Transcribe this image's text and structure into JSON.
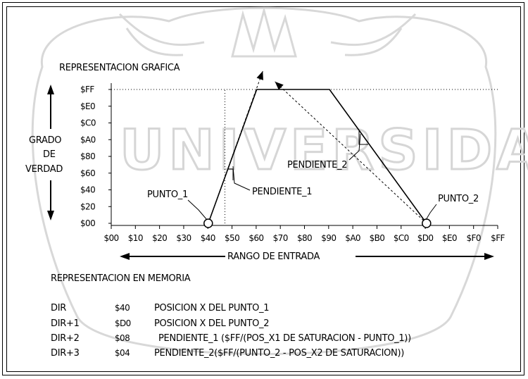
{
  "title": "REPRESENTACION GRAFICA",
  "y_axis": {
    "label_lines": [
      "GRADO",
      "DE",
      "VERDAD"
    ],
    "ticks": [
      "$FF",
      "$E0",
      "$C0",
      "$A0",
      "$80",
      "$60",
      "$40",
      "$20",
      "$00"
    ]
  },
  "x_axis": {
    "label": "RANGO DE ENTRADA",
    "ticks": [
      "$00",
      "$10",
      "$20",
      "$30",
      "$40",
      "$50",
      "$60",
      "$70",
      "$80",
      "$90",
      "$A0",
      "$B0",
      "$C0",
      "$D0",
      "$E0",
      "$F0",
      "$FF"
    ]
  },
  "annotations": {
    "punto_1": "PUNTO_1",
    "punto_2": "PUNTO_2",
    "pendiente_1": "PENDIENTE_1",
    "pendiente_2": "PENDIENTE_2"
  },
  "memory": {
    "title": "REPRESENTACION EN MEMORIA",
    "rows": [
      {
        "dir": "DIR",
        "value": "$40",
        "desc": "POSICION X DEL PUNTO_1"
      },
      {
        "dir": "DIR+1",
        "value": "$D0",
        "desc": "POSICION X DEL PUNTO_2"
      },
      {
        "dir": "DIR+2",
        "value": "$08",
        "desc": "PENDIENTE_1 ($FF/(POS_X1 DE SATURACION - PUNTO_1))"
      },
      {
        "dir": "DIR+3",
        "value": "$04",
        "desc": "PENDIENTE_2($FF/(PUNTO_2 - POS_X2 DE SATURACION))"
      }
    ]
  },
  "watermark": {
    "text": "UNIVERSIDAD"
  },
  "chart_data": {
    "type": "line",
    "title": "REPRESENTACION GRAFICA",
    "xlabel": "RANGO DE ENTRADA",
    "ylabel": "GRADO DE VERDAD",
    "xlim": [
      0,
      255
    ],
    "ylim": [
      0,
      255
    ],
    "series": [
      {
        "points": [
          [
            64,
            0
          ],
          [
            96,
            255
          ],
          [
            144,
            255
          ],
          [
            208,
            0
          ]
        ]
      }
    ],
    "extensions": [
      {
        "from": [
          64,
          0
        ],
        "to": [
          100,
          290
        ]
      },
      {
        "from": [
          208,
          0
        ],
        "to": [
          108,
          270
        ]
      },
      {
        "from": [
          75,
          0
        ],
        "to": [
          75,
          255
        ],
        "style": "dotted"
      }
    ],
    "reference_line": {
      "y": 255,
      "style": "dotted"
    },
    "marked_points": [
      [
        64,
        0
      ],
      [
        208,
        0
      ]
    ]
  }
}
